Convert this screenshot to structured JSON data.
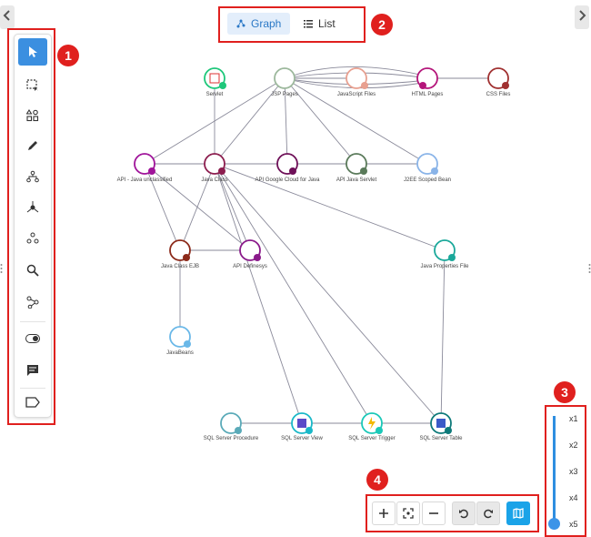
{
  "tabs": {
    "graph_label": "Graph",
    "list_label": "List"
  },
  "callouts": [
    "1",
    "2",
    "3",
    "4"
  ],
  "toolbar": {
    "tools": [
      "select-pointer",
      "rectangle-select",
      "add-shapes",
      "pencil-edit",
      "hierarchy",
      "node-links",
      "group-nodes",
      "search",
      "path",
      "toggle",
      "comment",
      "tag-label"
    ]
  },
  "graph": {
    "nodes": {
      "servlet": "Servlet",
      "jsp_pages": "JSP Pages",
      "javascript_files": "JavaScript Files",
      "html_pages": "HTML Pages",
      "css_files": "CSS Files",
      "api_java_unclassified": "API - Java unclassified",
      "java_class": "Java Class",
      "api_google_cloud": "API Google Cloud for Java",
      "api_java_servlet": "API Java Servlet",
      "j2ee_scoped_bean": "J2EE Scoped Bean",
      "java_class_ejb": "Java Class EJB",
      "api_definesys": "API Definesys",
      "java_properties_file": "Java Properties File",
      "javabeans": "JavaBeans",
      "sql_server_procedure": "SQL Server Procedure",
      "sql_server_view": "SQL Server View",
      "sql_server_trigger": "SQL Server Trigger",
      "sql_server_table": "SQL Server Table"
    },
    "colors": {
      "servlet": "#1ec77a",
      "jsp_pages": "#9cb89c",
      "javascript_files": "#e8a090",
      "html_pages": "#b4157a",
      "css_files": "#a03030",
      "api_java_unclassified": "#a0149a",
      "java_class": "#8c1d4e",
      "api_google_cloud": "#6e1058",
      "api_java_servlet": "#5a7a5a",
      "j2ee_scoped_bean": "#8ab4e8",
      "java_class_ejb": "#8c2a1a",
      "api_definesys": "#8a1a8a",
      "java_properties_file": "#1aa89a",
      "javabeans": "#6ab8e8",
      "sql_server_procedure": "#5aaab8",
      "sql_server_view": "#1ab8c8",
      "sql_server_trigger": "#1ac8b8",
      "sql_server_table": "#0e7a7a"
    }
  },
  "zoom": {
    "levels": [
      "x1",
      "x2",
      "x3",
      "x4",
      "x5"
    ],
    "selected": "x5"
  },
  "controls": [
    "zoom-in",
    "fit-to-screen",
    "zoom-out",
    "undo",
    "redo",
    "minimap"
  ]
}
